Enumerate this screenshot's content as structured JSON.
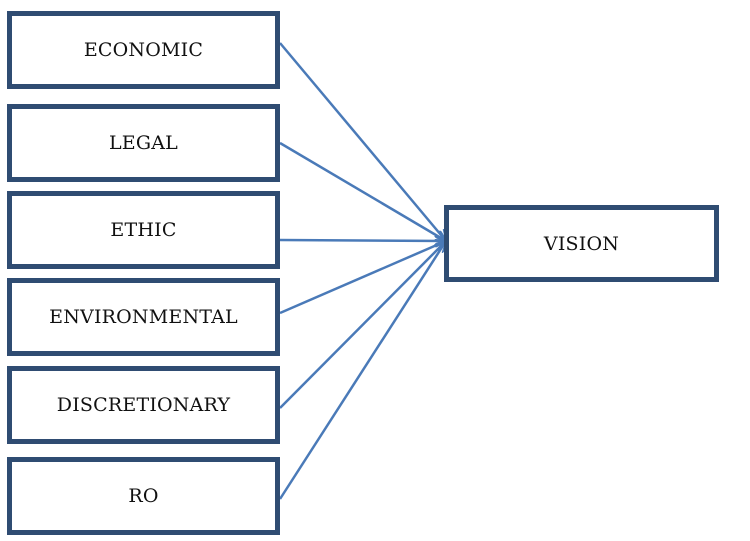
{
  "diagram": {
    "sources": [
      {
        "id": "economic",
        "label": "ECONOMIC"
      },
      {
        "id": "legal",
        "label": "LEGAL"
      },
      {
        "id": "ethic",
        "label": "ETHIC"
      },
      {
        "id": "environmental",
        "label": "ENVIRONMENTAL"
      },
      {
        "id": "discretionary",
        "label": "DISCRETIONARY"
      },
      {
        "id": "ro",
        "label": "RO"
      }
    ],
    "target": {
      "id": "vision",
      "label": "VISION"
    },
    "edges": [
      {
        "from": "economic",
        "to": "vision"
      },
      {
        "from": "legal",
        "to": "vision"
      },
      {
        "from": "ethic",
        "to": "vision"
      },
      {
        "from": "environmental",
        "to": "vision"
      },
      {
        "from": "discretionary",
        "to": "vision"
      },
      {
        "from": "ro",
        "to": "vision"
      }
    ],
    "colors": {
      "box_border": "#2f4c72",
      "arrow": "#4a7ab8",
      "text": "#111111"
    }
  }
}
